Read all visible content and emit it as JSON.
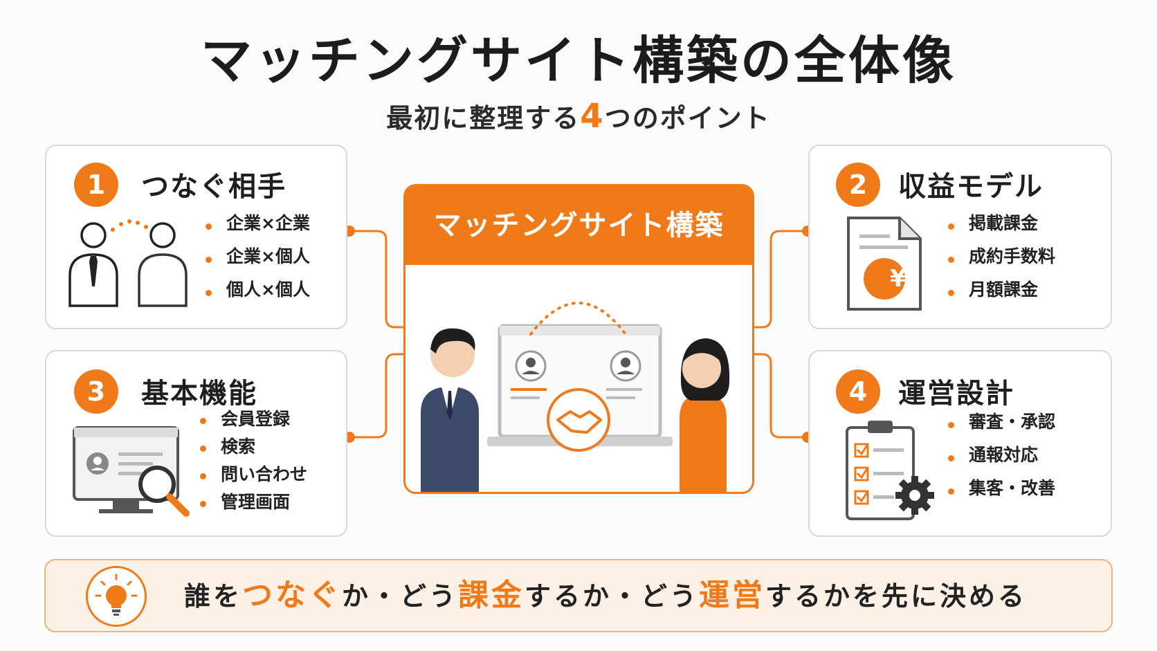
{
  "title": "マッチングサイト構築の全体像",
  "subtitle": {
    "pre": "最初に整理する",
    "num": "4",
    "post": "つのポイント"
  },
  "center": {
    "title": "マッチングサイト構築"
  },
  "cards": [
    {
      "num": "1",
      "title": "つなぐ相手",
      "items": [
        "企業×企業",
        "企業×個人",
        "個人×個人"
      ]
    },
    {
      "num": "2",
      "title": "収益モデル",
      "items": [
        "掲載課金",
        "成約手数料",
        "月額課金"
      ]
    },
    {
      "num": "3",
      "title": "基本機能",
      "items": [
        "会員登録",
        "検索",
        "問い合わせ",
        "管理画面"
      ]
    },
    {
      "num": "4",
      "title": "運営設計",
      "items": [
        "審査・承認",
        "通報対応",
        "集客・改善"
      ]
    }
  ],
  "invoice_symbol": "¥",
  "bottom": {
    "p1": "誰を",
    "h1": "つなぐ",
    "p2": "か・どう",
    "h2": "課金",
    "p3": "するか・どう",
    "h3": "運営",
    "p4": "するかを先に決める"
  },
  "colors": {
    "accent": "#f07a1a",
    "border": "#d9d9d9",
    "bottom_bg": "#fdf1e6"
  }
}
